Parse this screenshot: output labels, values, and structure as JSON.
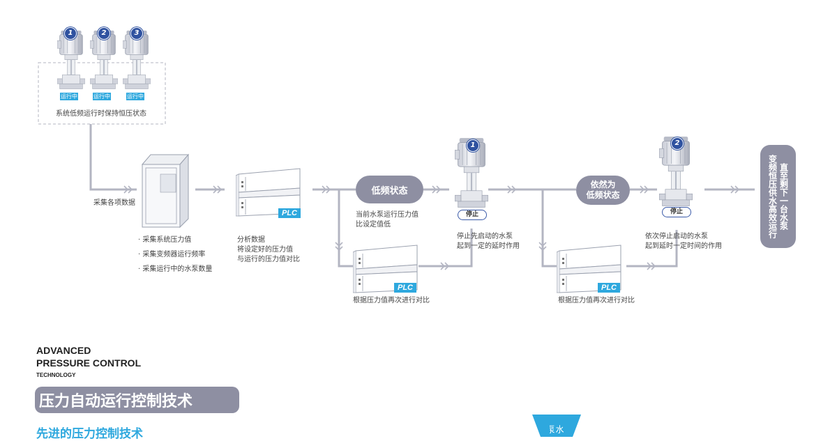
{
  "top_group": {
    "pump_numbers": [
      "1",
      "2",
      "3"
    ],
    "status_badge": "运行中",
    "caption": "系统低频运行时保持恒压状态"
  },
  "collect": {
    "label": "采集各项数据",
    "bullets": [
      "· 采集系统压力值",
      "· 采集变频器运行频率",
      "· 采集运行中的水泵数量"
    ]
  },
  "analyze": {
    "plc_label": "PLC",
    "lines": [
      "分析数据",
      "将设定好的压力值",
      "与运行的压力值对比"
    ]
  },
  "state1": {
    "pill": "低频状态",
    "lines": [
      "当前水泵运行压力值",
      "比设定值低"
    ]
  },
  "compare1": {
    "plc_label": "PLC",
    "caption": "根据压力值再次进行对比"
  },
  "stop1": {
    "pump_number": "1",
    "badge": "停止",
    "lines": [
      "停止先启动的水泵",
      "起到一定的延时作用"
    ]
  },
  "state2": {
    "pill_lines": [
      "依然为",
      "低频状态"
    ]
  },
  "compare2": {
    "plc_label": "PLC",
    "caption": "根据压力值再次进行对比"
  },
  "stop2": {
    "pump_number": "2",
    "badge": "停止",
    "lines": [
      "依次停止启动的水泵",
      "起到延时一定时间的作用"
    ]
  },
  "final_pill": {
    "col1": "直至剩下一台水泵",
    "col2": "变频恒压供水高效运行"
  },
  "footer": {
    "eng_line1": "ADVANCED",
    "eng_line2": "PRESSURE CONTROL",
    "eng_line3": "TECHNOLOGY",
    "title": "压力自动运行控制技术",
    "subtitle": "先进的压力控制技术",
    "tab_text": "水泵"
  },
  "colors": {
    "line": "#b3b5c2",
    "pill": "#8e8fa2",
    "accent": "#2ea8de",
    "badge_blue": "#2f52a0"
  }
}
